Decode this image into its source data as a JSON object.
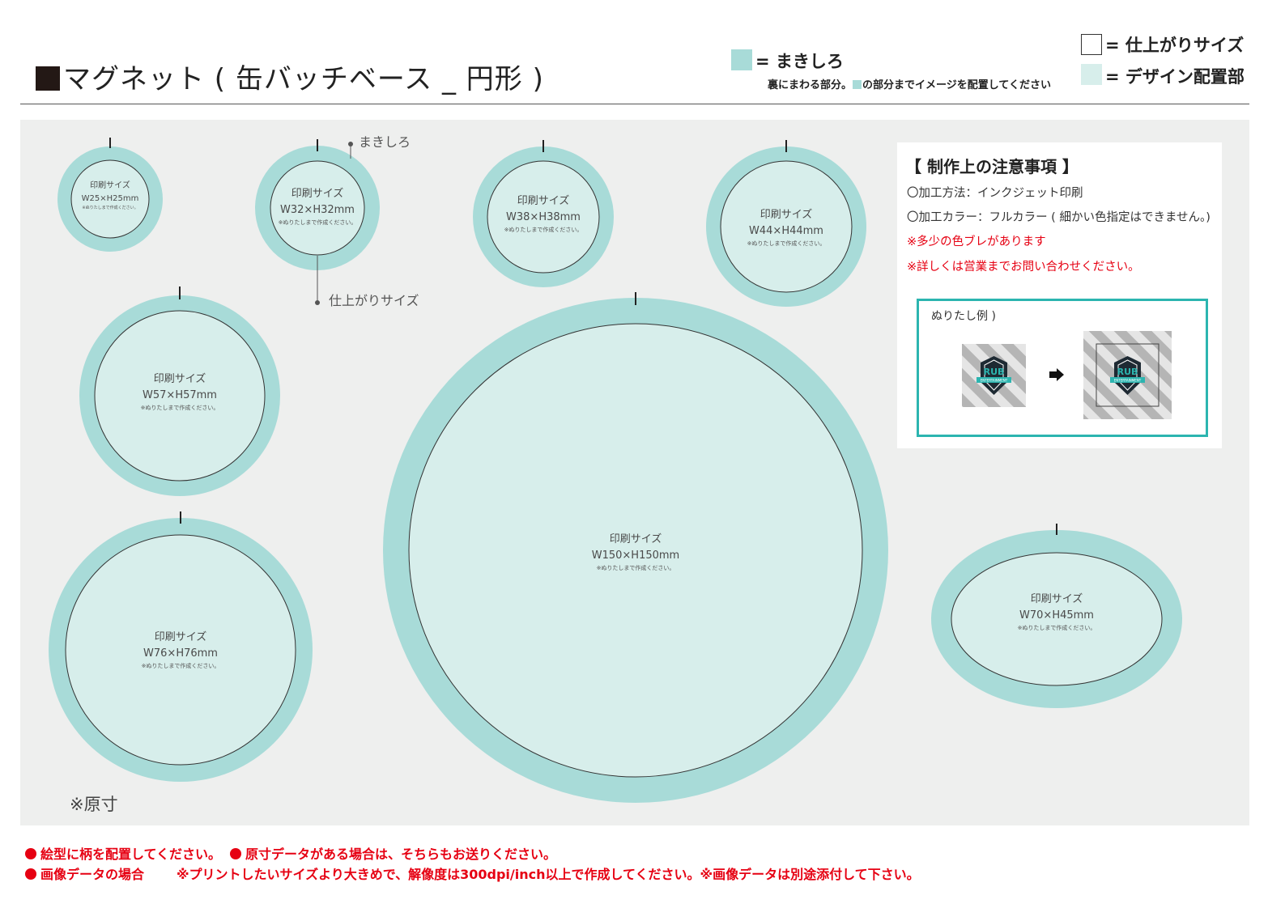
{
  "header": {
    "title": "マグネット ( 缶バッチベース _ 円形 )",
    "legend_wrap_label": "= まきしろ",
    "legend_wrap_note_before": "裏にまわる部分。",
    "legend_wrap_note_after": "の部分までイメージを配置してください",
    "legend_finish_label": "= 仕上がりサイズ",
    "legend_design_label": "= デザイン配置部"
  },
  "colors": {
    "wrap_margin": "#a8dbd8",
    "design_area": "#d7eeeb",
    "template_bg": "#eeefee",
    "warning_red": "#e60012",
    "example_border": "#2cb5b0"
  },
  "template": {
    "print_size_label": "印刷サイズ",
    "bleed_note": "※ぬりたしまで作成ください。",
    "callout_wrap": "まきしろ",
    "callout_finish": "仕上がりサイズ",
    "actual_size_note": "※原寸",
    "shapes": [
      {
        "size": "W25×H25mm"
      },
      {
        "size": "W32×H32mm"
      },
      {
        "size": "W38×H38mm"
      },
      {
        "size": "W44×H44mm"
      },
      {
        "size": "W57×H57mm"
      },
      {
        "size": "W150×H150mm"
      },
      {
        "size": "W76×H76mm"
      },
      {
        "size": "W70×H45mm"
      }
    ]
  },
  "notes": {
    "title": "【 制作上の注意事項 】",
    "lines": [
      "〇加工方法：インクジェット印刷",
      "〇加工カラー：フルカラー ( 細かい色指定はできません。)",
      "※多少の色ブレがあります",
      "※詳しくは営業までお問い合わせください。"
    ],
    "example_label": "ぬりたし例 )",
    "logo_text": "RUB",
    "logo_ribbon": "ENTERTAINMENT"
  },
  "footer": {
    "item1": "絵型に柄を配置してください。",
    "item2": "原寸データがある場合は、そちらもお送りください。",
    "item3": "画像データの場合",
    "item3_detail": "※プリントしたいサイズより大きめで、解像度は300dpi/inch以上で作成してください。※画像データは別途添付して下さい。"
  }
}
